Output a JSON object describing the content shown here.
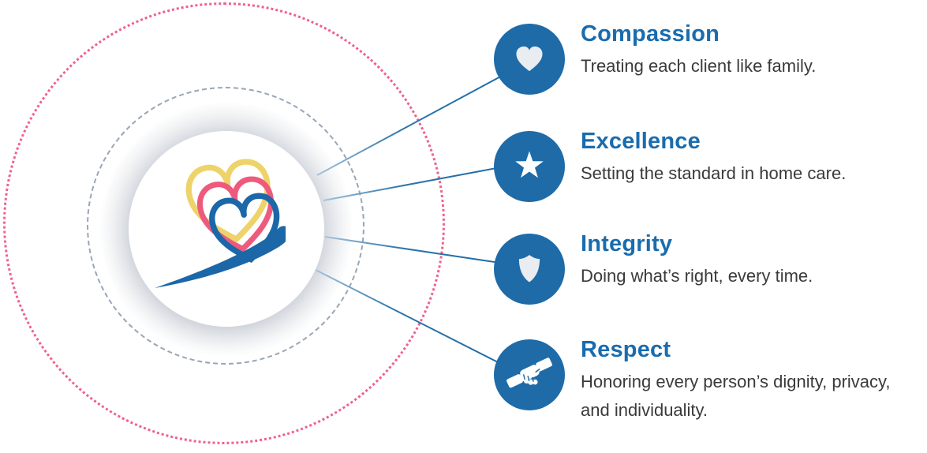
{
  "values": [
    {
      "title": "Compassion",
      "description": "Treating each client like family.",
      "icon": "heart-icon"
    },
    {
      "title": "Excellence",
      "description": "Setting the standard in home care.",
      "icon": "star-icon"
    },
    {
      "title": "Integrity",
      "description": "Doing what’s right, every time.",
      "icon": "shield-icon"
    },
    {
      "title": "Respect",
      "description": "Honoring every person’s dignity, privacy, and individuality.",
      "icon": "handshake-icon"
    }
  ],
  "center": {
    "logo": "triple-hearts-swoosh-logo"
  },
  "colors": {
    "icon_circle_blue": "#1e6ba8",
    "heading_blue": "#1a6cae",
    "body_text": "#3a3a3a",
    "connector_blue": "#1e6ca6",
    "outer_ring_pink": "#f0618a",
    "inner_ring_gray": "#9aa6b6",
    "logo_yellow": "#eed36a",
    "logo_pink": "#ee5a7d",
    "logo_blue": "#1b67a8"
  }
}
